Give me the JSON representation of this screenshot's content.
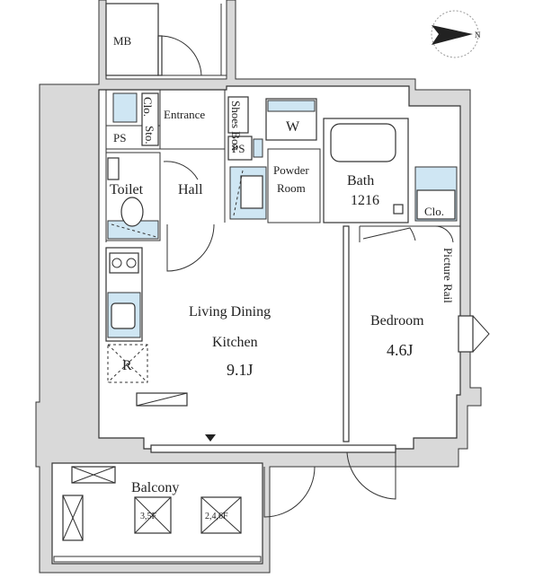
{
  "rooms": {
    "mb": "MB",
    "ps1": "PS",
    "ps2": "PS",
    "closet1": "Clo.",
    "storage": "Sto.",
    "entrance": "Entrance",
    "shoes_box": "Shoes Box",
    "w": "W",
    "powder_room_line1": "Powder",
    "powder_room_line2": "Room",
    "bath": "Bath",
    "bath_size": "1216",
    "toilet": "Toilet",
    "hall": "Hall",
    "closet2": "Clo.",
    "picture_rail": "Picture Rail",
    "ldk_line1": "Living Dining",
    "ldk_line2": "Kitchen",
    "ldk_size": "9.1J",
    "bedroom": "Bedroom",
    "bedroom_size": "4.6J",
    "refrigerator": "R",
    "balcony": "Balcony",
    "hatch_1": "3,5F",
    "hatch_2": "2,4,6F"
  },
  "compass": {
    "label": "N"
  },
  "colors": {
    "blue_fixture": "#cfe6f3",
    "wall": "#d9d9d9",
    "line": "#333333"
  }
}
